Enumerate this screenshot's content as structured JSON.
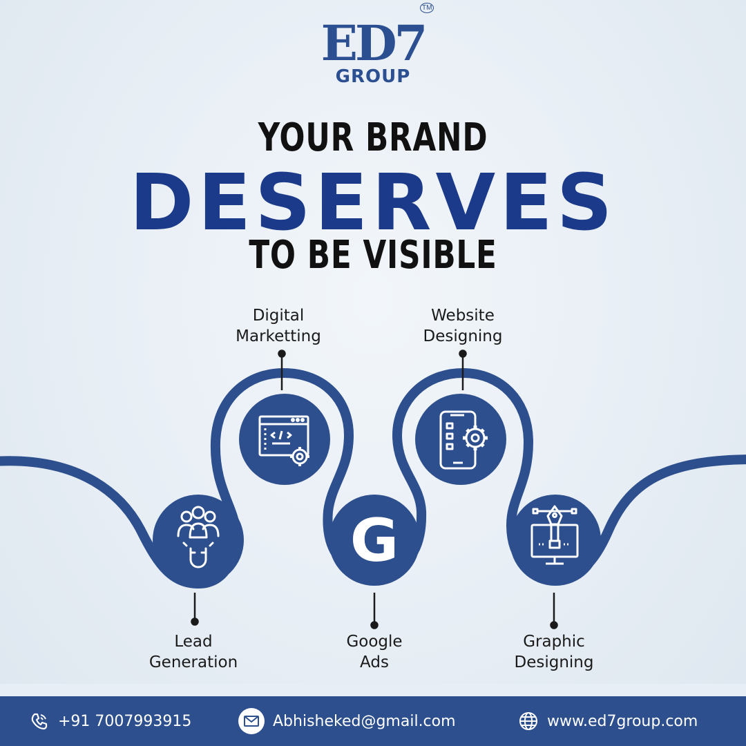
{
  "logo": {
    "main": "ED7",
    "sub": "GROUP",
    "tm": "TM"
  },
  "headline": {
    "line1": "YOUR BRAND",
    "line2": "DESERVES",
    "line3": "TO BE VISIBLE"
  },
  "services": [
    {
      "line1": "Lead",
      "line2": "Generation",
      "icon": "people-magnet-icon"
    },
    {
      "line1": "Digital",
      "line2": "Marketting",
      "icon": "code-window-gear-icon"
    },
    {
      "line1": "Google",
      "line2": "Ads",
      "icon": "google-g-icon"
    },
    {
      "line1": "Website",
      "line2": "Designing",
      "icon": "phone-gear-icon"
    },
    {
      "line1": "Graphic",
      "line2": "Designing",
      "icon": "pen-tool-monitor-icon"
    }
  ],
  "google_letter": "G",
  "contact": {
    "phone": "+91 7007993915",
    "email": "Abhisheked@gmail.com",
    "website": "www.ed7group.com"
  },
  "colors": {
    "primary": "#2d4f8e",
    "headline_blue": "#1b3a8a",
    "text": "#111111",
    "background": "#e8eef5"
  }
}
